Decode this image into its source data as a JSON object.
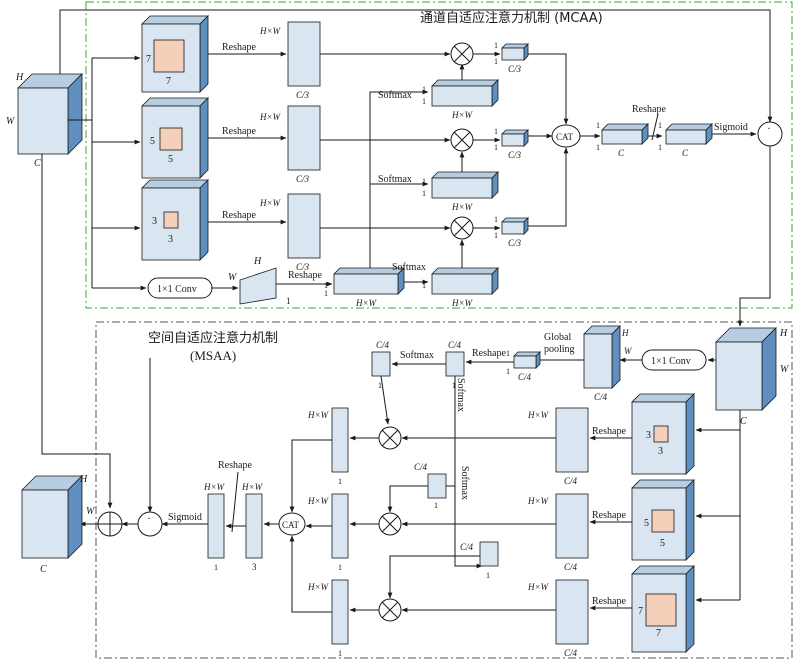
{
  "labels": {
    "mcaa_title": "通道自适应注意力机制 (MCAA)",
    "msaa_title_cn": "空间自适应注意力机制",
    "msaa_title_en": "(MSAA)",
    "reshape": "Reshape",
    "softmax": "Softmax",
    "sigmoid": "Sigmoid",
    "cat": "CAT",
    "conv": "1×1 Conv",
    "global_pooling_1": "Global",
    "global_pooling_2": "pooling",
    "dot": "·",
    "H": "H",
    "W": "W",
    "C": "C",
    "HxW": "H×W",
    "C3": "C/3",
    "C4": "C/4",
    "one": "1",
    "three": "3",
    "five": "5",
    "seven": "7"
  },
  "colors": {
    "mcaa_border": "#3aa63a",
    "msaa_border": "#555555",
    "feature_fill": "#d9e6f2",
    "feature_side": "#5f8fbf",
    "kernel_fill": "#f4cfb9"
  }
}
